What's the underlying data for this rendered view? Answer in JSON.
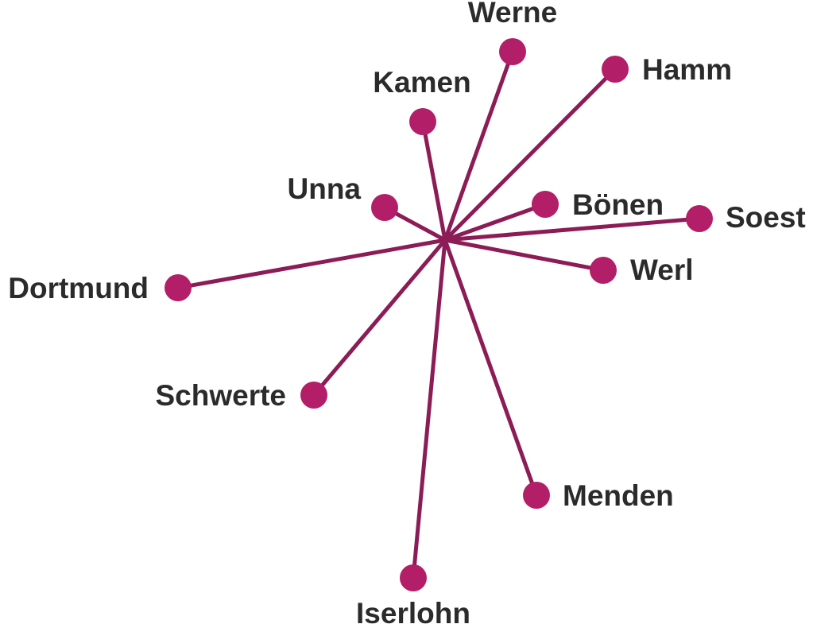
{
  "colors": {
    "node": "#b31e68",
    "spoke": "#8c1c56",
    "label": "#2b2b2b",
    "background": "#ffffff"
  },
  "hub": {
    "name": ""
  },
  "cities": [
    {
      "id": "werne",
      "name": "Werne"
    },
    {
      "id": "hamm",
      "name": "Hamm"
    },
    {
      "id": "kamen",
      "name": "Kamen"
    },
    {
      "id": "unna",
      "name": "Unna"
    },
    {
      "id": "boenen",
      "name": "Bönen"
    },
    {
      "id": "soest",
      "name": "Soest"
    },
    {
      "id": "werl",
      "name": "Werl"
    },
    {
      "id": "dortmund",
      "name": "Dortmund"
    },
    {
      "id": "schwerte",
      "name": "Schwerte"
    },
    {
      "id": "menden",
      "name": "Menden"
    },
    {
      "id": "iserlohn",
      "name": "Iserlohn"
    }
  ]
}
